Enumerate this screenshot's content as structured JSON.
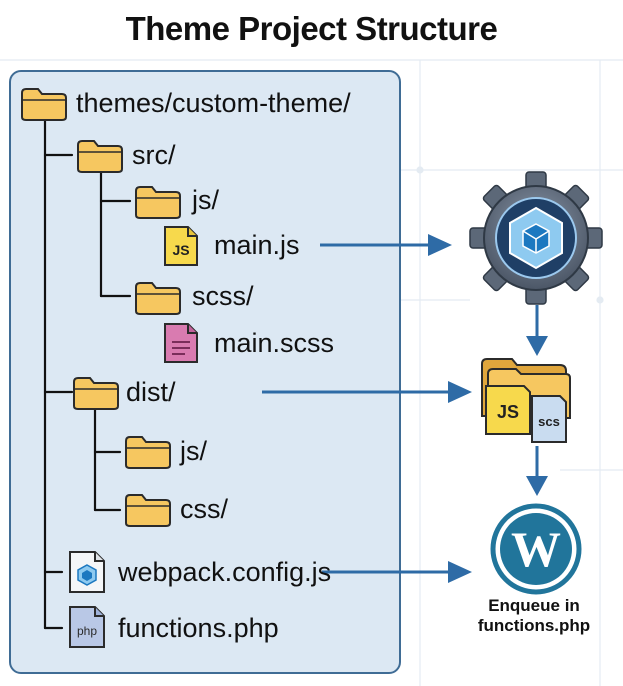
{
  "title": "Theme Project Structure",
  "tree": {
    "root": "themes/custom-theme/",
    "src": "src/",
    "src_js": "js/",
    "main_js": "main.js",
    "js_badge": "JS",
    "scss": "scss/",
    "main_scss": "main.scss",
    "dist": "dist/",
    "dist_js": "js/",
    "dist_css": "css/",
    "webpack_config": "webpack.config.js",
    "functions": "functions.php",
    "php_badge": "php"
  },
  "pipeline": {
    "output_js_badge": "JS",
    "output_css_badge": "scs",
    "caption_line1": "Enqueue in",
    "caption_line2": "functions.php"
  },
  "colors": {
    "panel_bg": "#dce8f3",
    "panel_border": "#3f6c95",
    "folder": "#f6c760",
    "arrow": "#2e6ba6",
    "webpack_blue": "#1c78c0",
    "wordpress_blue": "#21759b"
  },
  "icons": [
    "folder-icon",
    "js-file-icon",
    "scss-file-icon",
    "webpack-file-icon",
    "php-file-icon",
    "webpack-gear-icon",
    "wordpress-logo-icon"
  ]
}
